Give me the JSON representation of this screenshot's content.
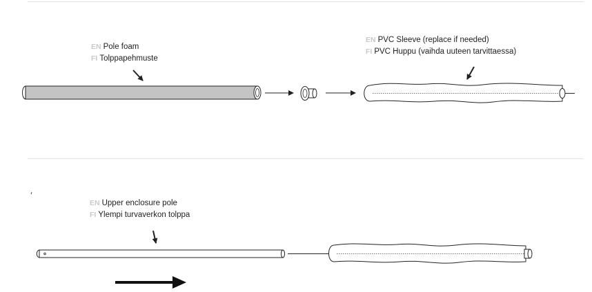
{
  "top_section": {
    "pole_foam": {
      "en_tag": "EN",
      "en_text": "Pole foam",
      "fi_tag": "FI",
      "fi_text": "Tolppapehmuste"
    },
    "pvc_sleeve": {
      "en_tag": "EN",
      "en_text": "PVC Sleeve (replace if needed)",
      "fi_tag": "FI",
      "fi_text": "PVC Huppu (vaihda uuteen tarvittaessa)"
    }
  },
  "bottom_section": {
    "upper_pole": {
      "en_tag": "EN",
      "en_text": "Upper enclosure pole",
      "fi_tag": "FI",
      "fi_text": "Ylempi turvaverkon tolppa"
    }
  },
  "colors": {
    "foam_fill": "#c4c4c4",
    "line": "#222222",
    "tag": "#c9c9c9"
  }
}
